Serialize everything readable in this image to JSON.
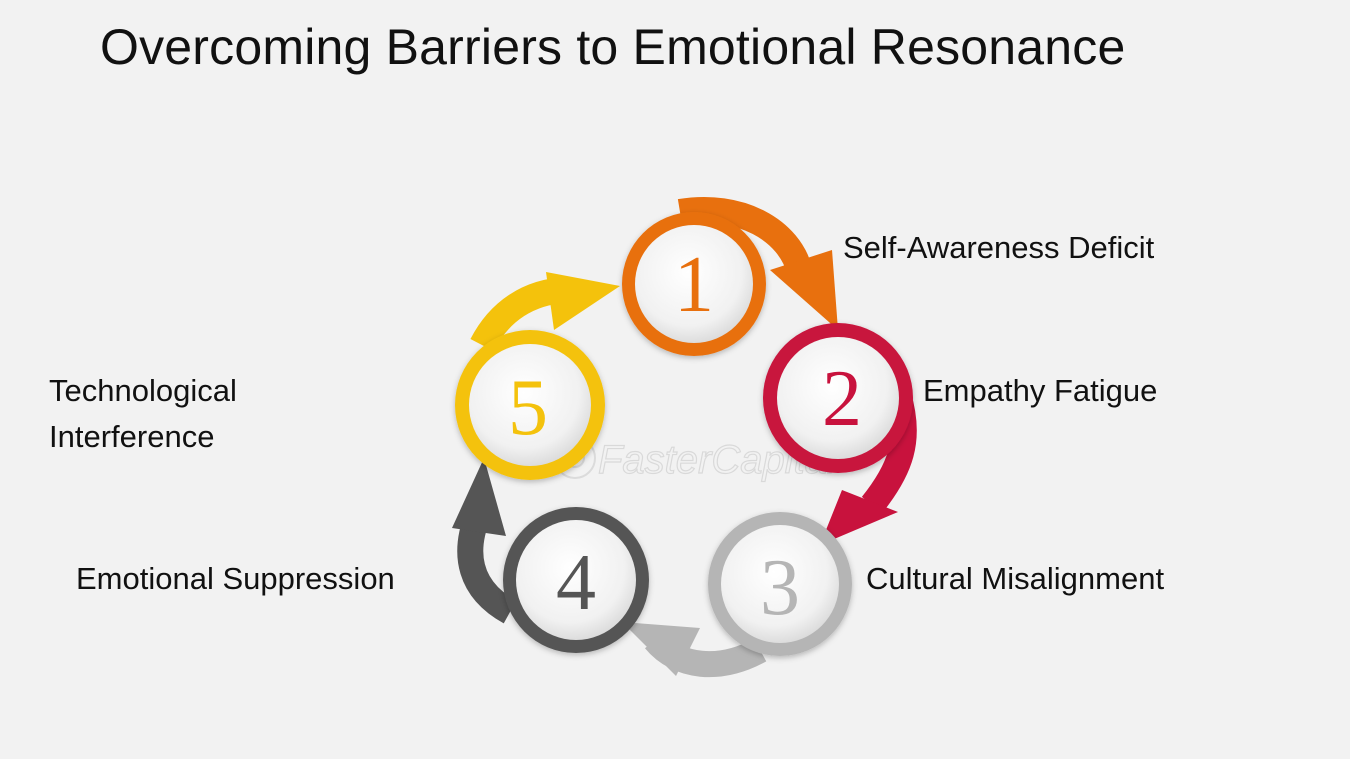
{
  "title": "Overcoming Barriers to Emotional Resonance",
  "watermark": "FasterCapital",
  "steps": [
    {
      "number": "1",
      "label": "Self-Awareness Deficit",
      "color": "#e8700e"
    },
    {
      "number": "2",
      "label": "Empathy Fatigue",
      "color": "#c8123d"
    },
    {
      "number": "3",
      "label": "Cultural Misalignment",
      "color": "#b5b5b5"
    },
    {
      "number": "4",
      "label": "Emotional Suppression",
      "color": "#555555"
    },
    {
      "number": "5",
      "label_lines": [
        "Technological",
        "Interference"
      ],
      "color": "#f4c20c"
    }
  ]
}
